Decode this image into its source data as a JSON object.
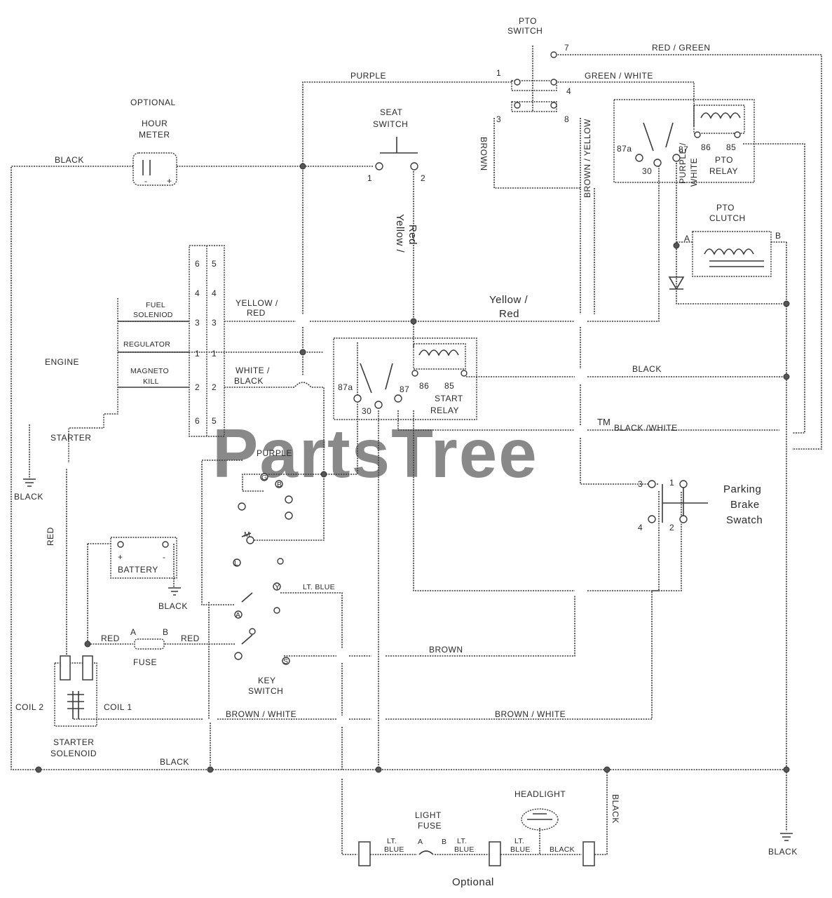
{
  "watermark": {
    "text": "PartsTree",
    "tm": "TM"
  },
  "labels": {
    "pto_switch": [
      "PTO",
      "SWITCH"
    ],
    "pto_relay": [
      "PTO",
      "RELAY"
    ],
    "pto_clutch": [
      "PTO",
      "CLUTCH"
    ],
    "seat_switch": [
      "SEAT",
      "SWITCH"
    ],
    "hour_meter": [
      "OPTIONAL",
      "HOUR",
      "METER"
    ],
    "start_relay": [
      "START",
      "RELAY"
    ],
    "engine": "ENGINE",
    "starter": "STARTER",
    "battery": "BATTERY",
    "fuse": "FUSE",
    "key_switch": [
      "KEY",
      "SWITCH"
    ],
    "starter_solenoid": [
      "STARTER",
      "SOLENOID"
    ],
    "coil_1": "COIL 1",
    "coil_2": "COIL 2",
    "parking_brake_switch": [
      "Parking",
      "Brake",
      "Swatch"
    ],
    "headlight": "HEADLIGHT",
    "light_fuse": [
      "LIGHT",
      "FUSE"
    ],
    "optional": "Optional",
    "fuel_solenoid": [
      "FUEL",
      "SOLENIOD"
    ],
    "regulator": "REGULATOR",
    "magneto_kill": [
      "MAGNETO",
      "KILL"
    ]
  },
  "wires": {
    "red_green": "RED / GREEN",
    "purple_top": "PURPLE",
    "green_white": "GREEN / WHITE",
    "black_top": "BLACK",
    "brown": "BROWN",
    "yellow_red_vertical": [
      "Yellow /",
      "Red"
    ],
    "brown_yellow": "BROWN / YELLOW",
    "purple_white": [
      "PURPLE /",
      "WHITE"
    ],
    "yellow_red_connector": [
      "YELLOW /",
      "RED"
    ],
    "yellow_red_middle": [
      "Yellow /",
      "Red"
    ],
    "white_black": [
      "WHITE /",
      "BLACK"
    ],
    "black_mid": "BLACK",
    "black_white": "BLACK /WHITE",
    "purple_mid": "PURPLE",
    "lt_blue": "LT. BLUE",
    "red_1": "RED",
    "red_2": "RED",
    "red_vertical": "RED",
    "brown_bottom": "BROWN",
    "brown_white_1": "BROWN / WHITE",
    "brown_white_2": "BROWN / WHITE",
    "black_bottom": "BLACK",
    "black_ground_left": "BLACK",
    "black_ground_battery": "BLACK",
    "black_ground_right": "BLACK",
    "black_headlight": "BLACK",
    "lt_blue_1": [
      "LT.",
      "BLUE"
    ],
    "lt_blue_2": [
      "LT.",
      "BLUE"
    ],
    "lt_blue_3": [
      "LT.",
      "BLUE"
    ],
    "black_light": "BLACK"
  },
  "terminals": {
    "pto": [
      "1",
      "7",
      "4",
      "3",
      "8"
    ],
    "seat": [
      "1",
      "2"
    ],
    "pto_relay": [
      "87a",
      "30",
      "87",
      "86",
      "85"
    ],
    "start_relay": [
      "87a",
      "30",
      "87",
      "86",
      "85"
    ],
    "clutch": [
      "A",
      "B"
    ],
    "connector_left": [
      "6",
      "4",
      "3",
      "1",
      "2",
      "6"
    ],
    "connector_right": [
      "5",
      "4",
      "3",
      "1",
      "2",
      "5"
    ],
    "key": [
      "G",
      "B",
      "M",
      "S",
      "L",
      "Y",
      "A"
    ],
    "fuse": [
      "A",
      "B"
    ],
    "light_fuse": [
      "A",
      "B"
    ],
    "parking": [
      "3",
      "1",
      "4",
      "2"
    ],
    "battery": [
      "+",
      "-"
    ],
    "hour_meter": [
      "-",
      "+"
    ]
  }
}
